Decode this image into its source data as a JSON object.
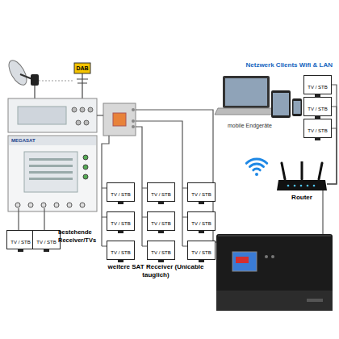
{
  "diagram": {
    "nodes": [
      {
        "text": [
          "TV / STB"
        ]
      },
      {
        "text": [
          "TV / STB"
        ]
      },
      {
        "text": [
          "TV / STB"
        ]
      },
      {
        "text": [
          "Router"
        ]
      },
      {
        "text": [
          "TV / STB"
        ]
      },
      {
        "text": [
          "TV / STB"
        ]
      },
      {
        "text": [
          "TV / STB"
        ]
      },
      {
        "text": [
          "TV / STB"
        ]
      },
      {
        "text": [
          "TV / STB"
        ]
      },
      {
        "text": [
          "TV / STB"
        ]
      },
      {
        "text": [
          "TV / STB"
        ]
      },
      {
        "text": [
          "TV / STB"
        ]
      },
      {
        "text": [
          "TV / STB"
        ]
      },
      {
        "text": [
          "TV / STB"
        ]
      },
      {
        "text": [
          "TV / STB"
        ]
      }
    ],
    "edges": [
      {
        "from": 3,
        "to": 0,
        "arrow": "none"
      },
      {
        "from": 3,
        "to": 1,
        "arrow": "none"
      },
      {
        "from": 3,
        "to": 2,
        "arrow": "none"
      }
    ],
    "labels": [
      "DAB",
      "MEGASAT",
      "Netzwerk Clients Wifi & LAN",
      "mobile Endgeräte",
      "bestehende Receiver/TVs",
      "weitere SAT Receiver (Unicable tauglich)"
    ]
  }
}
